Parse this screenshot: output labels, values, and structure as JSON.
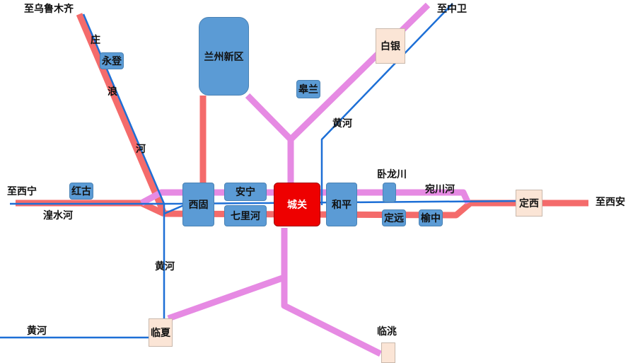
{
  "colors": {
    "highspeed_line": "#f46b6b",
    "intercity_line": "#e68ae3",
    "conventional_line": "#1d6fd6",
    "station_box": "#5b9bd5",
    "terminal_box": "#fbe5d6",
    "hub_box": "#ee0000"
  },
  "stations": {
    "lanzhou_new_area": "兰州新区",
    "xigu": "西固",
    "anning": "安宁",
    "qilihe": "七里河",
    "chengguan": "城关",
    "heping": "和平",
    "gaolan": "皋兰",
    "baiyin": "白银",
    "yongdeng": "永登",
    "honggu": "红古",
    "dingyuan": "定远",
    "yuzhong": "榆中",
    "dingxi": "定西",
    "linxia": "临夏",
    "lintao": "临洮",
    "wolongchuan_box": ""
  },
  "labels": {
    "to_urumqi": "至乌鲁木齐",
    "to_zhongwei": "至中卫",
    "to_xining": "至西宁",
    "to_xian": "至西安",
    "zhuang": "庄",
    "lang": "浪",
    "he_river": "河",
    "huangshui_river": "湟水河",
    "yellow_river_north": "黄河",
    "yellow_river_south": "黄河",
    "yellow_river_west": "黄河",
    "wolongchuan": "卧龙川",
    "wanchuan_river": "宛川河",
    "lintao_label": "临洮"
  }
}
